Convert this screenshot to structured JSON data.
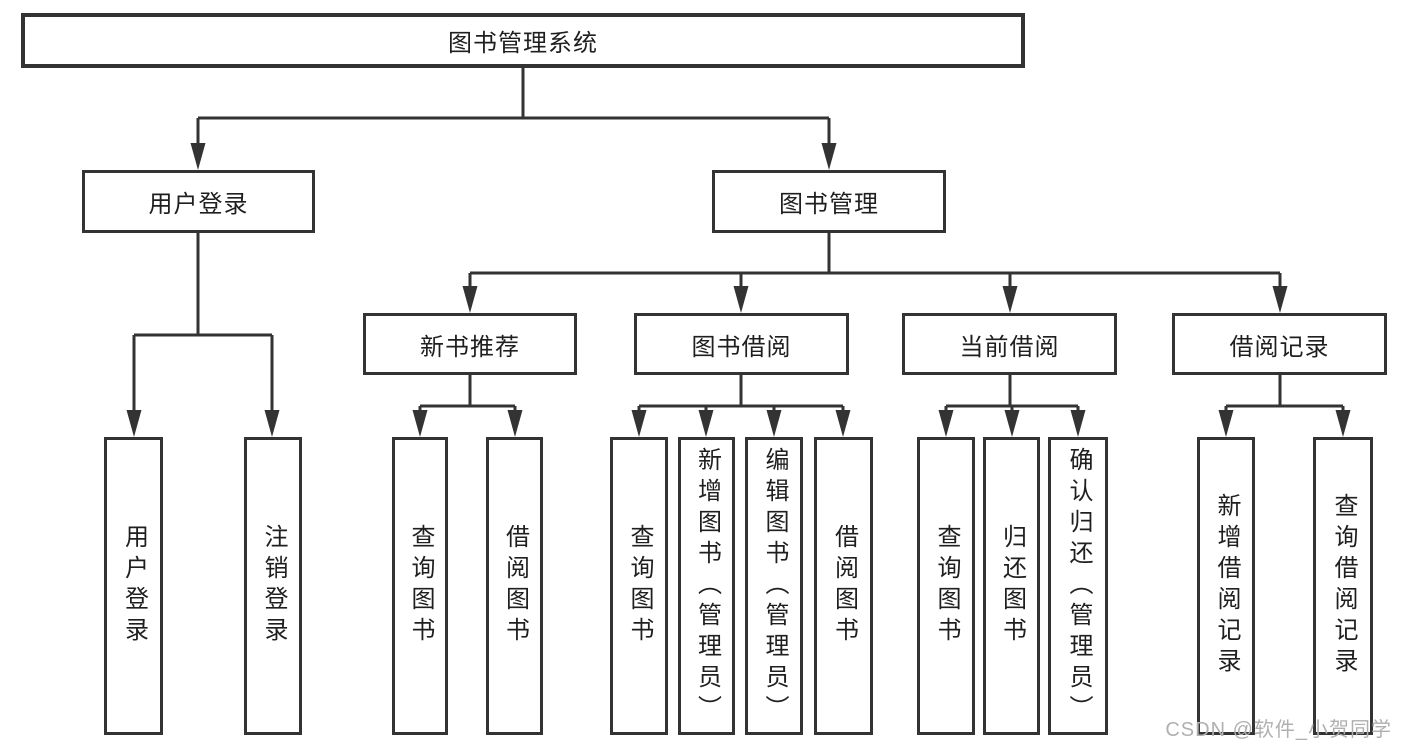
{
  "tree": {
    "label": "图书管理系统",
    "children": [
      {
        "label": "用户登录",
        "children": [
          {
            "label": "用户登录"
          },
          {
            "label": "注销登录"
          }
        ]
      },
      {
        "label": "图书管理",
        "children": [
          {
            "label": "新书推荐",
            "children": [
              {
                "label": "查询图书"
              },
              {
                "label": "借阅图书"
              }
            ]
          },
          {
            "label": "图书借阅",
            "children": [
              {
                "label": "查询图书"
              },
              {
                "label": "新增图书（管理员）"
              },
              {
                "label": "编辑图书（管理员）"
              },
              {
                "label": "借阅图书"
              }
            ]
          },
          {
            "label": "当前借阅",
            "children": [
              {
                "label": "查询图书"
              },
              {
                "label": "归还图书"
              },
              {
                "label": "确认归还（管理员）"
              }
            ]
          },
          {
            "label": "借阅记录",
            "children": [
              {
                "label": "新增借阅记录"
              },
              {
                "label": "查询借阅记录"
              }
            ]
          }
        ]
      }
    ]
  },
  "watermark": {
    "text": "CSDN @软件_小贺同学"
  },
  "colors": {
    "line": "#333333",
    "box_border": "#333333",
    "text": "#1f1f1f",
    "watermark": "#b0b0b0",
    "background": "#ffffff"
  }
}
